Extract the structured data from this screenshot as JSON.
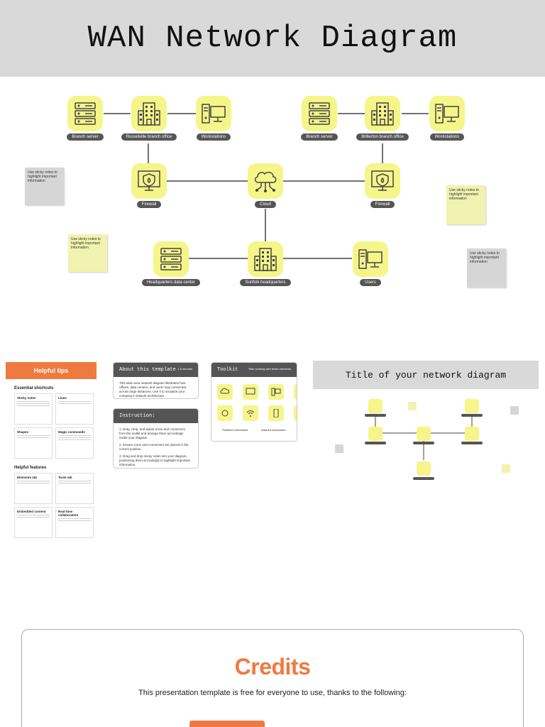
{
  "header": {
    "title": "WAN Network Diagram"
  },
  "nodes": {
    "branch_server_left": "Branch server",
    "russelville_office": "Russelville branch office",
    "workstations_left": "Workstations",
    "branch_server_right": "Branch server",
    "brillerton_office": "Brillerton branch office",
    "workstations_right": "Workstations",
    "firewall_left": "Firewall",
    "cloud": "Cloud",
    "firewall_right": "Firewall",
    "hq_data_center": "Headquarters data center",
    "sunfolk_hq": "Sunfolk headquarters",
    "users": "Users"
  },
  "sticky_notes": {
    "note1": "Use sticky notes to highlight important information",
    "note2": "Use sticky notes to highlight important information",
    "note3": "Use sticky notes to highlight important information",
    "note4": "Use sticky notes to highlight important information"
  },
  "helpful_tips": {
    "title": "Helpful tips",
    "shortcuts_heading": "Essential shortcuts",
    "features_heading": "Helpful features",
    "cards": [
      "Sticky notes",
      "Lines",
      "Shapes",
      "Magic commands"
    ],
    "feature_cards": [
      "Elements tab",
      "Tools tab",
      "Embedded content",
      "Real-time collaboration"
    ]
  },
  "about": {
    "title": "About this template",
    "duration": "1-5 minutes",
    "body": "This wide area network diagram illustrates how offices, data centers, and users stay connected across large distances. Use it to visualize your company's network architecture."
  },
  "instruction": {
    "title": "Instruction:",
    "steps": [
      "1. Drag, drop, and adjust icons and connectors from the toolkit and arrange them accordingly inside your diagram.",
      "2. Ensure icons and connectors are placed in the correct position.",
      "3. Drag and drop sticky notes into your diagram, positioning them accordingly to highlight important information."
    ]
  },
  "toolkit": {
    "title": "Toolkit",
    "hint": "Start working with these elements",
    "footer_left": "Polished connectors",
    "footer_right": "Dashed connectors"
  },
  "mini_preview": {
    "title": "Title of your network diagram"
  },
  "credits": {
    "title": "Credits",
    "text": "This presentation template is free for everyone to use, thanks to the following:"
  },
  "colors": {
    "tile": "#f5f58a",
    "label": "#555555",
    "accent": "#ef7a3f",
    "title_bar": "#d9d9d9"
  }
}
